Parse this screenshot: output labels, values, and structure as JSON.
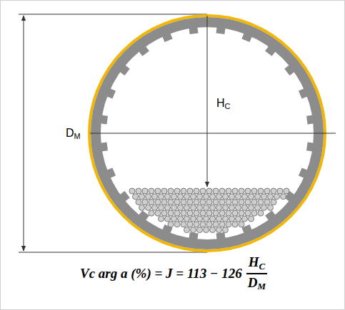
{
  "diagram": {
    "labels": [
      "D",
      "M",
      "H",
      "C",
      "Vc arg a (%) = J = 113 − 126",
      "H",
      "C",
      "D",
      "M"
    ]
  }
}
